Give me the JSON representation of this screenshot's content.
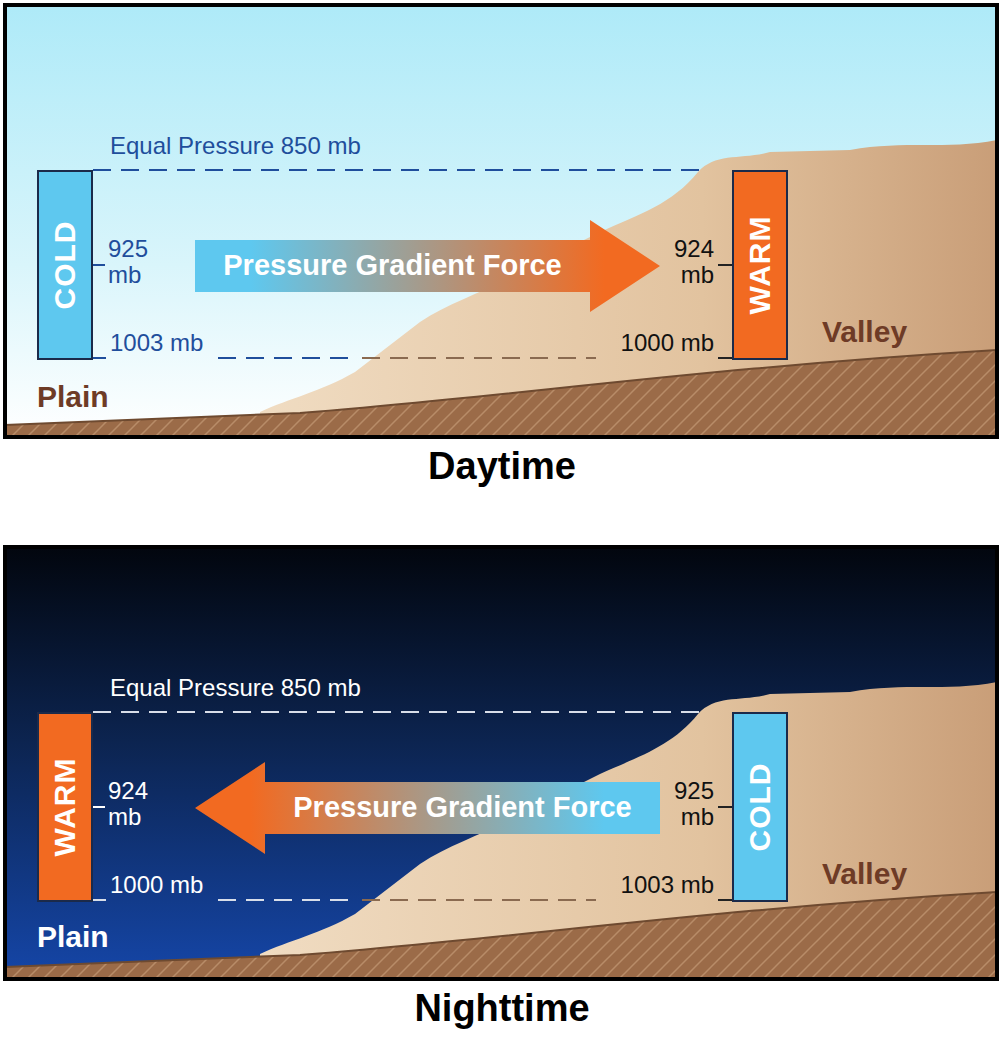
{
  "diagram": {
    "nodes": [
      {
        "text": [
          "COLD"
        ]
      },
      {
        "text": [
          "Pressure Gradient Force"
        ]
      },
      {
        "text": [
          "WARM"
        ]
      },
      {
        "text": [
          "WARM"
        ]
      },
      {
        "text": [
          "Pressure Gradient Force"
        ]
      },
      {
        "text": [
          "COLD"
        ]
      }
    ],
    "labels": [
      "Equal Pressure 850 mb",
      "925 mb",
      "1003 mb",
      "924 mb",
      "1000 mb",
      "Valley",
      "Plain",
      "Daytime",
      "Equal Pressure 850 mb",
      "924 mb",
      "1000 mb",
      "925 mb",
      "1003 mb",
      "Valley",
      "Plain",
      "Nighttime"
    ]
  }
}
